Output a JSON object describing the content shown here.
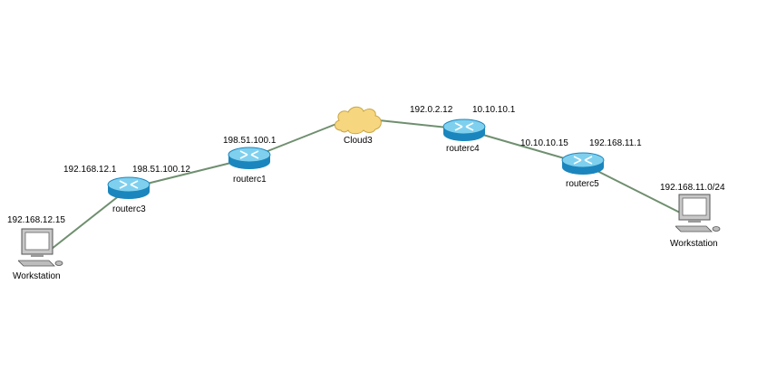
{
  "colors": {
    "link": "#6f8f6f",
    "router_top": "#7fd0ee",
    "router_side": "#1b86bd",
    "router_arrow": "#ffffff",
    "cloud_fill": "#f6d780",
    "cloud_stroke": "#c9a547",
    "monitor_frame": "#c8c8c8",
    "monitor_screen": "#ffffff"
  },
  "nodes": {
    "ws_left": {
      "name": "Workstation",
      "icon": "workstation-icon"
    },
    "routerc3": {
      "name": "routerc3",
      "icon": "router-icon"
    },
    "routerc1": {
      "name": "routerc1",
      "icon": "router-icon"
    },
    "cloud3": {
      "name": "Cloud3",
      "icon": "cloud-icon"
    },
    "routerc4": {
      "name": "routerc4",
      "icon": "router-icon"
    },
    "routerc5": {
      "name": "routerc5",
      "icon": "router-icon"
    },
    "ws_right": {
      "name": "Workstation",
      "icon": "workstation-icon"
    }
  },
  "interfaces": {
    "ws_left_ip": "192.168.12.15",
    "routerc3_lan": "192.168.12.1",
    "routerc3_wan": "198.51.100.12",
    "routerc1_wan": "198.51.100.1",
    "routerc4_wan": "192.0.2.12",
    "routerc4_lan": "10.10.10.1",
    "routerc5_wan": "10.10.10.15",
    "routerc5_lan": "192.168.11.1",
    "ws_right_net": "192.168.11.0/24"
  }
}
